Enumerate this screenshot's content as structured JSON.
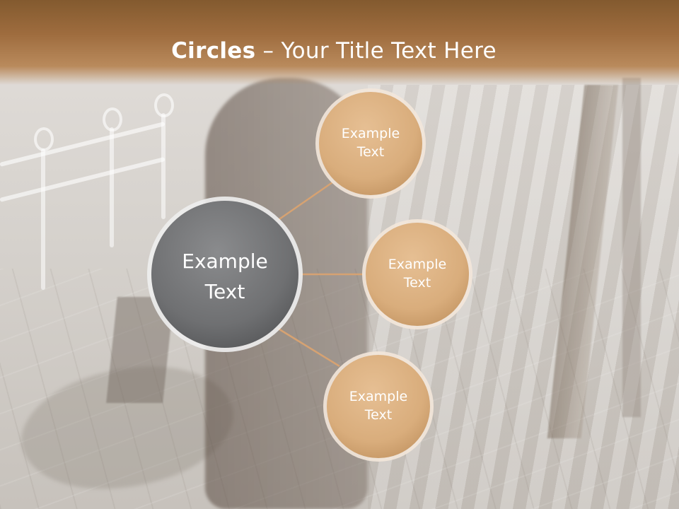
{
  "slide": {
    "title_bold": "Circles",
    "title_sep": " – ",
    "title_rest": "Your Title Text Here"
  },
  "diagram": {
    "center": {
      "line1": "Example",
      "line2": "Text"
    },
    "satellites": [
      {
        "line1": "Example",
        "line2": "Text"
      },
      {
        "line1": "Example",
        "line2": "Text"
      },
      {
        "line1": "Example",
        "line2": "Text"
      }
    ]
  },
  "colors": {
    "header_dark": "#835a2f",
    "header_light": "#b98a5c",
    "center_circle": "#6f7072",
    "satellite_circle": "#d9ad7c",
    "connector": "#d6a272"
  }
}
